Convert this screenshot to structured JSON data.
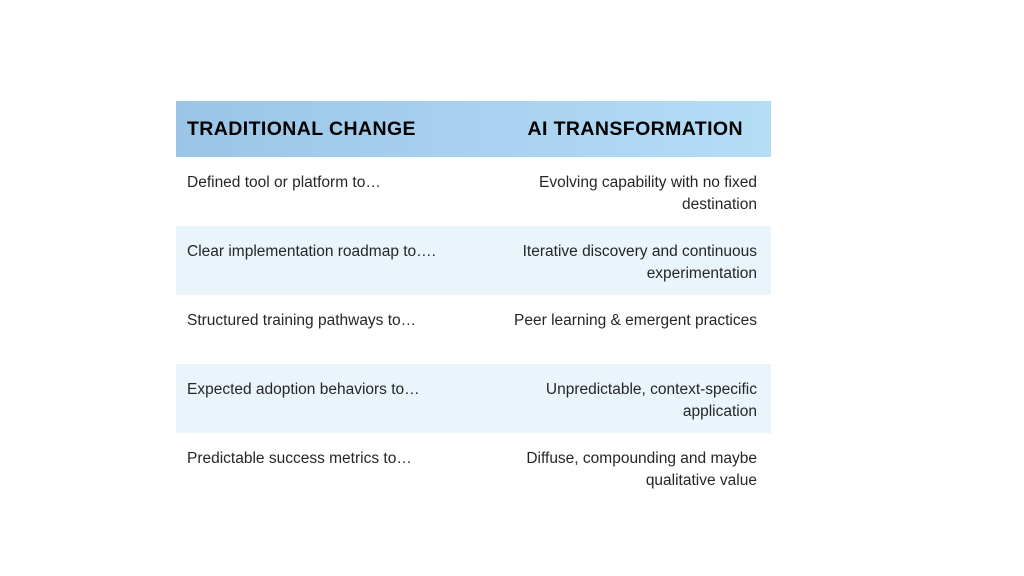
{
  "slide": {
    "background_color": "#ffffff"
  },
  "table": {
    "accent_gradient_start": "#9bc5e6",
    "accent_gradient_end": "#b4ddf6",
    "shaded_row_color": "#e9f4fb",
    "text_color": "#262626",
    "header": {
      "left_label": "TRADITIONAL CHANGE",
      "right_label": "AI TRANSFORMATION"
    },
    "rows": [
      {
        "shaded": false,
        "left": "Defined tool or platform to…",
        "right": "Evolving capability with no fixed destination"
      },
      {
        "shaded": true,
        "left": "Clear implementation roadmap to….",
        "right": "Iterative discovery and continuous experimentation"
      },
      {
        "shaded": false,
        "left": "Structured training pathways to…",
        "right": "Peer learning & emergent practices"
      },
      {
        "shaded": true,
        "left": "Expected adoption behaviors to…",
        "right": "Unpredictable, context-specific application"
      },
      {
        "shaded": false,
        "left": "Predictable success metrics to…",
        "right": "Diffuse, compounding and maybe qualitative value"
      }
    ]
  }
}
